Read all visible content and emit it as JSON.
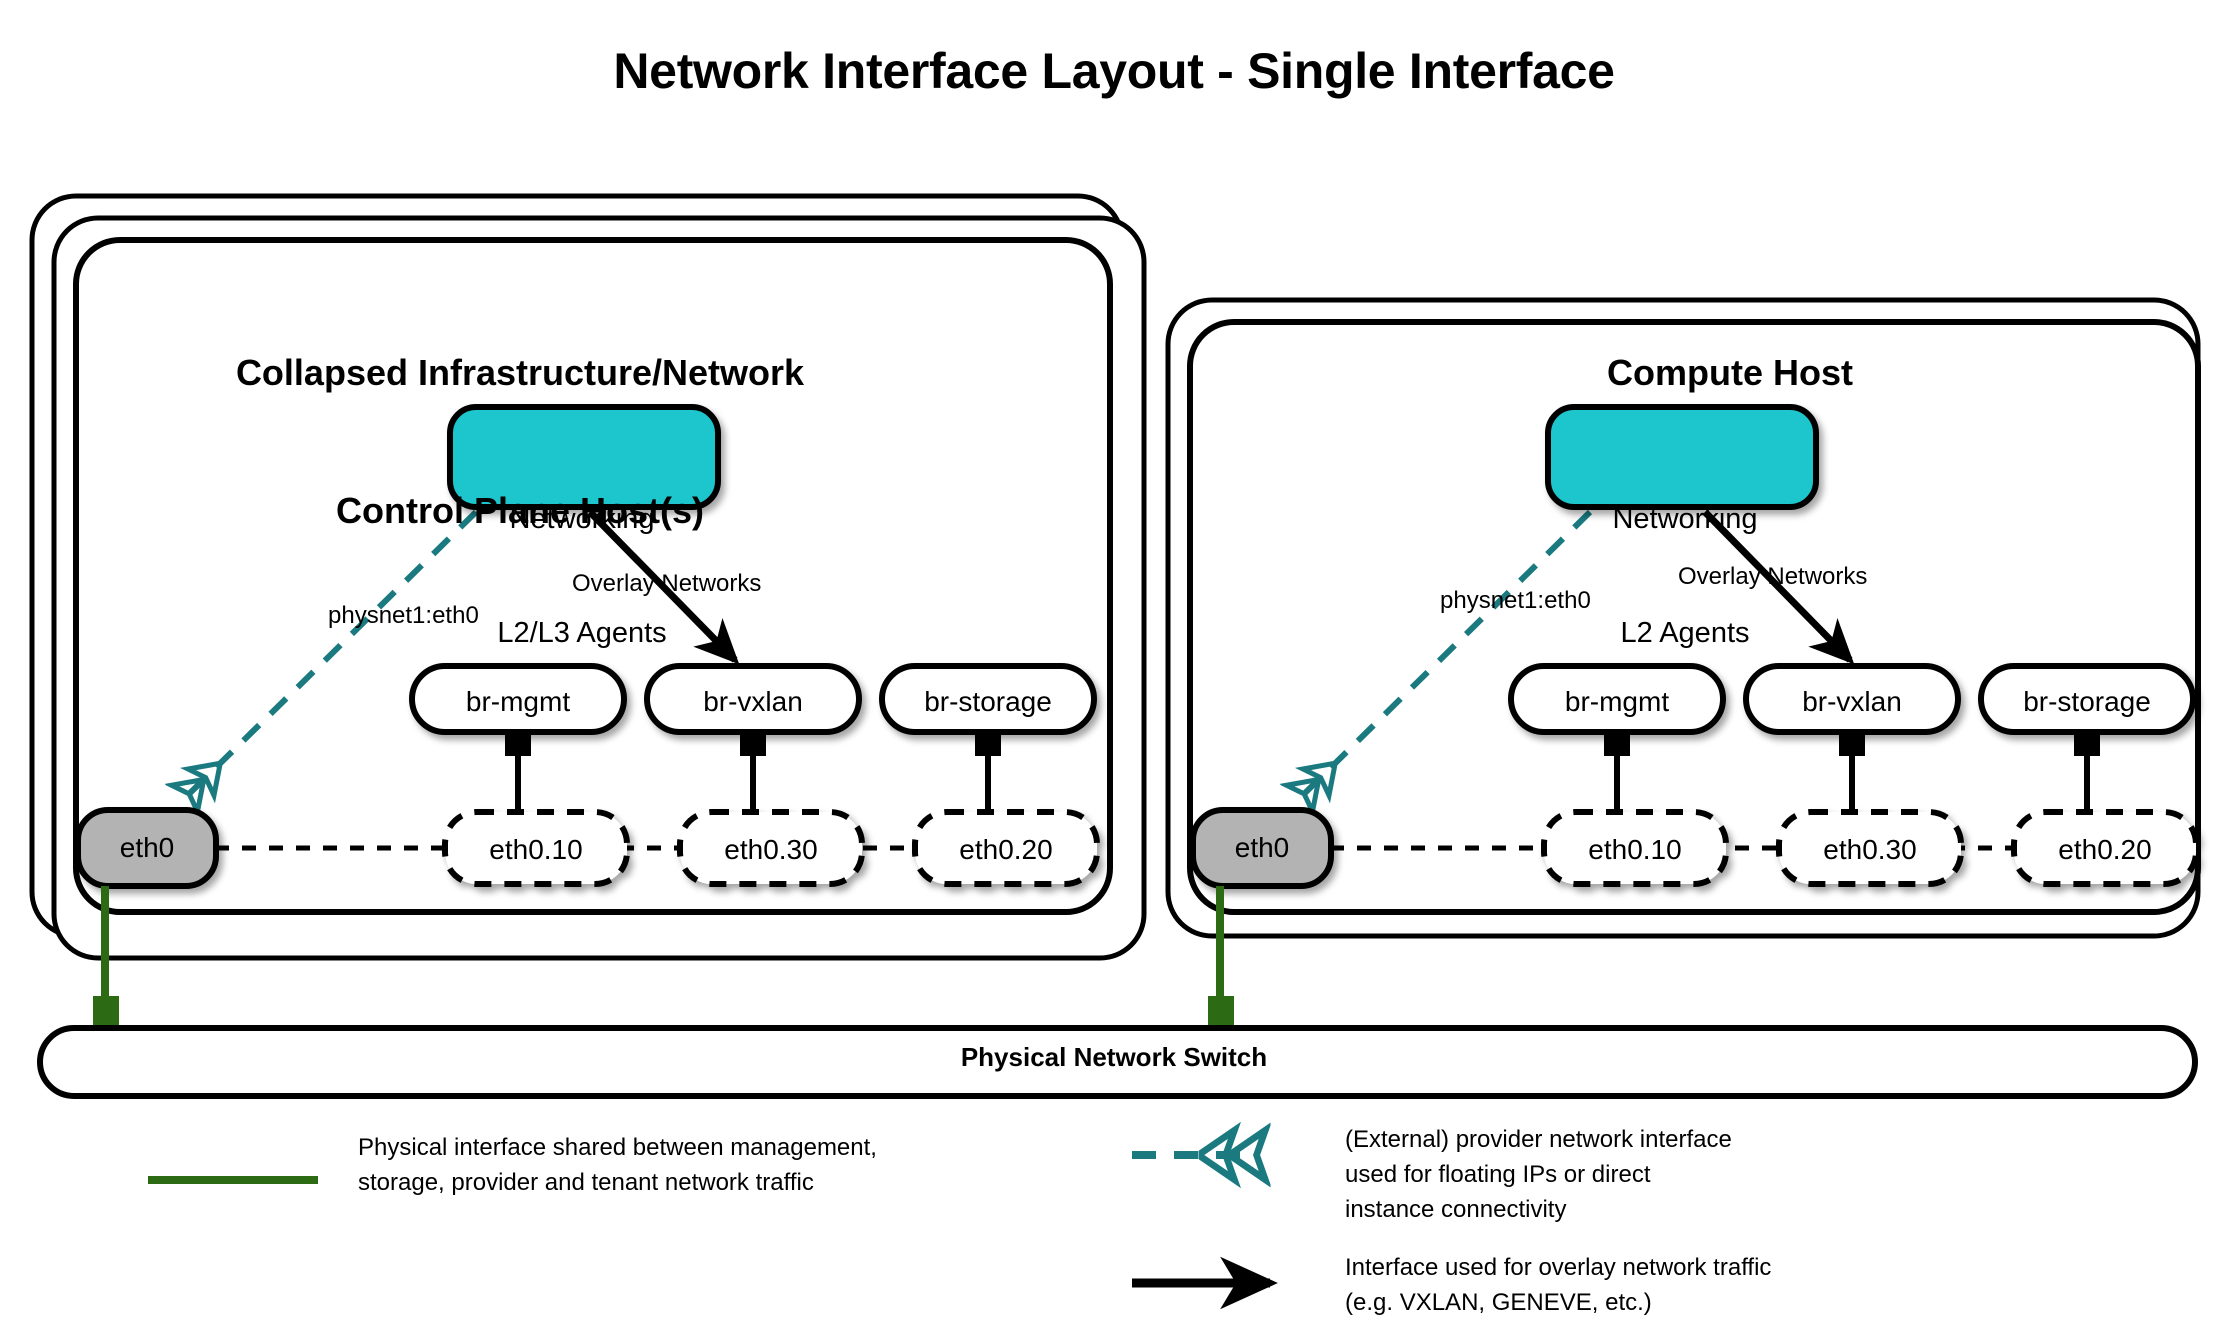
{
  "title": "Network Interface Layout - Single Interface",
  "colors": {
    "agent_fill": "#1FC6CC",
    "nic_fill": "#B3B3B3",
    "provider_link": "#1A7A7F",
    "physical_link": "#2D6A14",
    "stroke": "#000000",
    "background": "#FFFFFF"
  },
  "hosts": [
    {
      "id": "control-plane",
      "title": "Collapsed Infrastructure/Network\nControl Plane Host(s)",
      "title_line1": "Collapsed Infrastructure/Network",
      "title_line2": "Control Plane Host(s)",
      "stack_layers": 3,
      "agent": {
        "label": "Networking\nL2/L3 Agents",
        "line1": "Networking",
        "line2": "L2/L3 Agents"
      },
      "provider_label": "physnet1:eth0",
      "overlay_label": "Overlay Networks",
      "nic": "eth0",
      "bridges": [
        "br-mgmt",
        "br-vxlan",
        "br-storage"
      ],
      "vlan_interfaces": [
        "eth0.10",
        "eth0.30",
        "eth0.20"
      ]
    },
    {
      "id": "compute",
      "title": "Compute Host",
      "title_line1": "Compute Host",
      "title_line2": "",
      "stack_layers": 2,
      "agent": {
        "label": "Networking\nL2 Agents",
        "line1": "Networking",
        "line2": "L2 Agents"
      },
      "provider_label": "physnet1:eth0",
      "overlay_label": "Overlay Networks",
      "nic": "eth0",
      "bridges": [
        "br-mgmt",
        "br-vxlan",
        "br-storage"
      ],
      "vlan_interfaces": [
        "eth0.10",
        "eth0.30",
        "eth0.20"
      ]
    }
  ],
  "switch": {
    "label": "Physical Network Switch"
  },
  "legend": [
    {
      "id": "physical-interface",
      "style": "solid-green-line",
      "text": "Physical interface shared between management,\nstorage, provider and tenant network traffic"
    },
    {
      "id": "provider-interface",
      "style": "dashed-teal-double-arrow",
      "text": "(External) provider network interface\nused for floating IPs or direct\ninstance connectivity"
    },
    {
      "id": "overlay-interface",
      "style": "solid-black-arrow",
      "text": "Interface used for overlay network traffic\n(e.g. VXLAN, GENEVE, etc.)"
    }
  ]
}
